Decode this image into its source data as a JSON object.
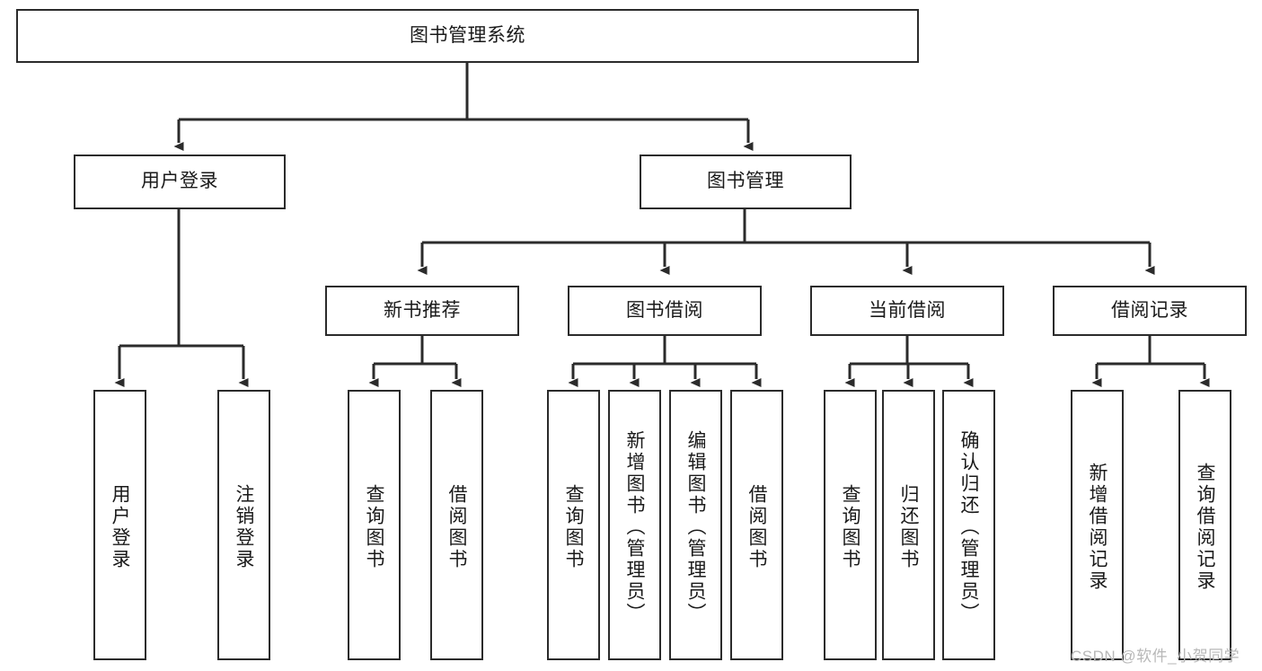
{
  "diagram": {
    "title": "图书管理系统",
    "type": "tree-hierarchy",
    "root": {
      "label": "图书管理系统"
    },
    "level2": [
      {
        "label": "用户登录"
      },
      {
        "label": "图书管理"
      }
    ],
    "level3": [
      {
        "label": "新书推荐"
      },
      {
        "label": "图书借阅"
      },
      {
        "label": "当前借阅"
      },
      {
        "label": "借阅记录"
      }
    ],
    "leaves": {
      "user_login": [
        {
          "label": "用户登录"
        },
        {
          "label": "注销登录"
        }
      ],
      "new_book_recommend": [
        {
          "label": "查询图书"
        },
        {
          "label": "借阅图书"
        }
      ],
      "book_borrow": [
        {
          "label": "查询图书"
        },
        {
          "label": "新增图书（管理员）"
        },
        {
          "label": "编辑图书（管理员）"
        },
        {
          "label": "借阅图书"
        }
      ],
      "current_borrow": [
        {
          "label": "查询图书"
        },
        {
          "label": "归还图书"
        },
        {
          "label": "确认归还（管理员）"
        }
      ],
      "borrow_record": [
        {
          "label": "新增借阅记录"
        },
        {
          "label": "查询借阅记录"
        }
      ]
    }
  },
  "watermark": {
    "text": "CSDN @软件_小贺同学"
  },
  "colors": {
    "stroke": "#2b2b2b",
    "fill": "#ffffff",
    "text": "#1a1a1a",
    "watermark": "#b8b8b8"
  }
}
